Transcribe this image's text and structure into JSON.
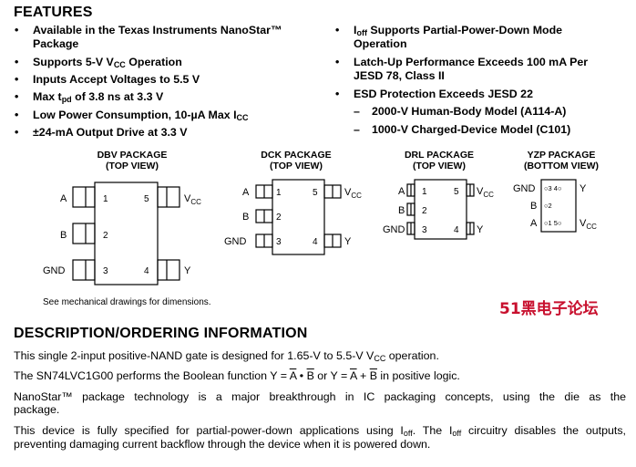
{
  "features": {
    "title": "FEATURES",
    "bullet": "•",
    "dash": "–",
    "left_items": [
      {
        "line1": "Available in the Texas Instruments NanoStar™",
        "line2": "Package"
      },
      {
        "pre": "Supports 5-V V",
        "sub": "CC",
        "post": " Operation"
      },
      {
        "text": "Inputs Accept Voltages to 5.5 V"
      },
      {
        "pre": "Max t",
        "sub": "pd",
        "post": " of 3.8 ns at 3.3 V"
      },
      {
        "pre": "Low Power Consumption, 10-µA Max I",
        "sub": "CC",
        "post": ""
      },
      {
        "text": "±24-mA Output Drive at 3.3 V"
      }
    ],
    "right_items": [
      {
        "pre": "I",
        "sub": "off",
        "post": " Supports Partial-Power-Down Mode",
        "line2": "Operation"
      },
      {
        "line1": "Latch-Up Performance Exceeds 100 mA Per",
        "line2": "JESD 78, Class II"
      },
      {
        "text": "ESD Protection Exceeds JESD 22"
      }
    ],
    "esd_subitems": [
      "2000-V Human-Body Model (A114-A)",
      "1000-V Charged-Device Model (C101)"
    ]
  },
  "packages": {
    "dbv": {
      "name": "DBV PACKAGE",
      "view": "(TOP VIEW)"
    },
    "dck": {
      "name": "DCK PACKAGE",
      "view": "(TOP VIEW)"
    },
    "drl": {
      "name": "DRL PACKAGE",
      "view": "(TOP VIEW)"
    },
    "yzp": {
      "name": "YZP PACKAGE",
      "view": "(BOTTOM VIEW)"
    },
    "pin_labels": {
      "a": "A",
      "b": "B",
      "gnd": "GND",
      "vcc_main": "V",
      "vcc_sub": "CC",
      "y": "Y"
    },
    "pin_numbers": [
      "1",
      "2",
      "3",
      "4",
      "5"
    ],
    "yzp_rows": [
      {
        "left": "GND",
        "dots": "○3 4○",
        "right": "Y"
      },
      {
        "left": "B",
        "dots": "○2",
        "right": ""
      },
      {
        "left": "A",
        "dots": "○1 5○",
        "right": "V"
      }
    ],
    "note": "See mechanical drawings for dimensions."
  },
  "watermark": "51黑电子论坛",
  "description": {
    "title": "DESCRIPTION/ORDERING INFORMATION",
    "p1_pre": "This single 2-input positive-NAND gate is designed for 1.65-V to 5.5-V V",
    "p1_sub": "CC",
    "p1_post": " operation.",
    "p2_pre": "The SN74LVC1G00 performs the Boolean function Y = ",
    "p2_a": "A",
    "p2_dot": " • ",
    "p2_b": "B",
    "p2_mid": " or Y = ",
    "p2_plus": " + ",
    "p2_post": " in positive logic.",
    "p3_line1": "NanoStar™ package technology is a major breakthrough in IC packaging concepts, using the die as the",
    "p3_line2": "package.",
    "p4_l1_pre": "This device is fully specified for partial-power-down applications using I",
    "p4_l1_sub1": "off",
    "p4_l1_mid": ". The I",
    "p4_l1_sub2": "off",
    "p4_l1_post": " circuitry disables the outputs,",
    "p4_line2": "preventing damaging current backflow through the device when it is powered down."
  }
}
